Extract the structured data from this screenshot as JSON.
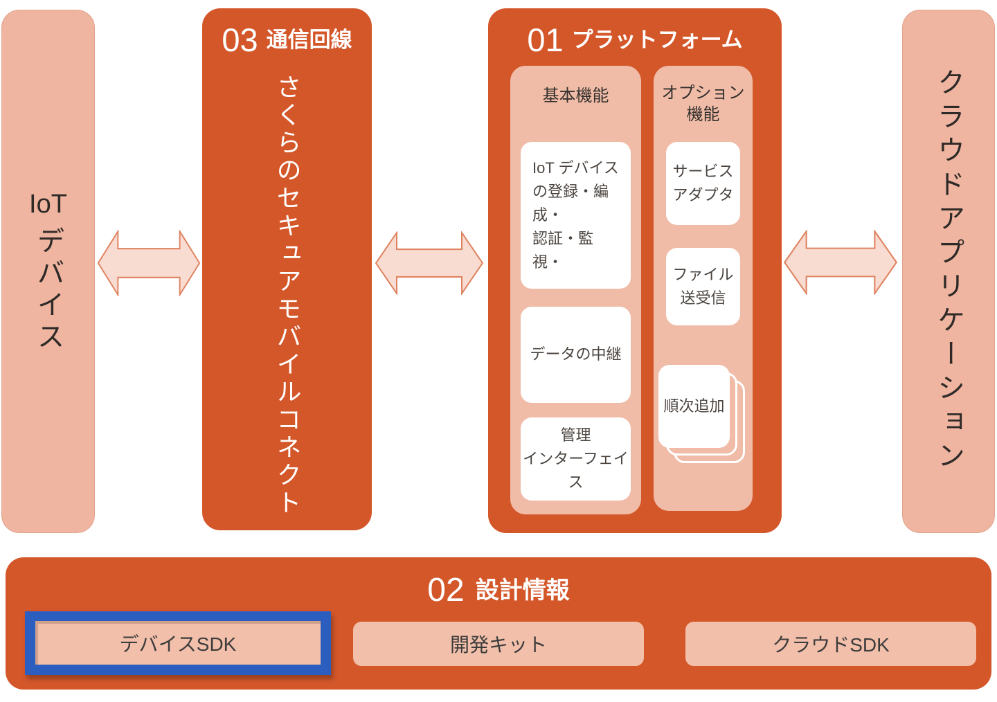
{
  "blocks": {
    "iot_device": {
      "label_prefix": "IoT",
      "label": "デバイス"
    },
    "network": {
      "number": "03",
      "title": "通信回線",
      "body": "さくらのセキュアモバイルコネクト"
    },
    "platform": {
      "number": "01",
      "title": "プラットフォーム",
      "basic": {
        "header": "基本機能",
        "items": [
          "IoT デバイス\nの登録・編成・\n認証・監視・",
          "データの中継",
          "管理\nインターフェイス"
        ]
      },
      "optional": {
        "header": "オプション\n機能",
        "items": [
          "サービス\nアダプタ",
          "ファイル\n送受信",
          "順次追加"
        ]
      }
    },
    "cloud_app": {
      "label": "クラウドアプリケーション"
    },
    "design": {
      "number": "02",
      "title": "設計情報",
      "items": [
        "デバイスSDK",
        "開発キット",
        "クラウドSDK"
      ],
      "highlighted_item": "デバイスSDK"
    }
  },
  "colors": {
    "orange": "#D4572A",
    "salmon": "#EFB5A0",
    "column_pink": "#F0BCA8",
    "pill_pink": "#F2BFAA",
    "arrow_fill": "#F9DCD1",
    "arrow_stroke": "#DF8260",
    "highlight_blue": "#2C5EC0",
    "card_white": "#FFFFFF"
  }
}
